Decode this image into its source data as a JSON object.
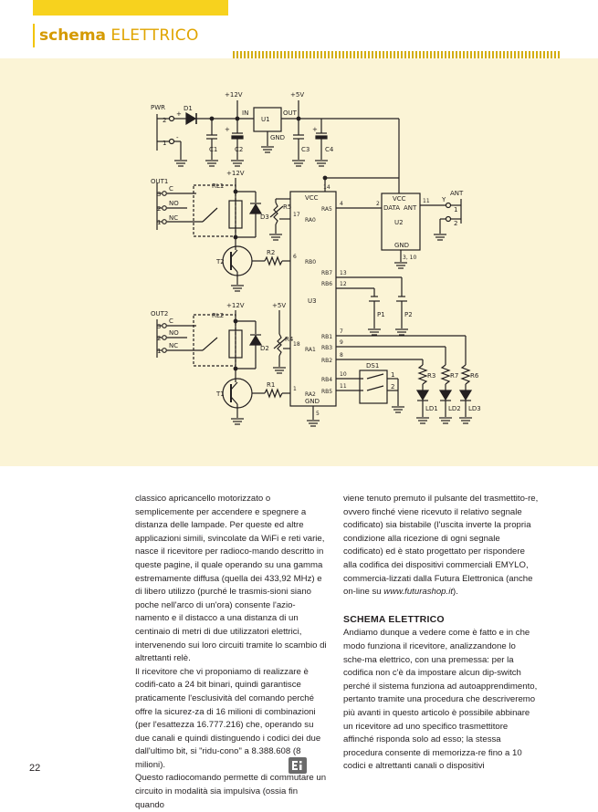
{
  "header": {
    "title_bold": "schema",
    "title_light": "ELETTRICO"
  },
  "schematic": {
    "net_labels": {
      "vcc12_a": "+12V",
      "vcc5_a": "+5V",
      "vcc12_b": "+12V",
      "vcc12_c": "+12V",
      "vcc5_b": "+5V"
    },
    "connectors": {
      "pwr": "PWR",
      "out1": "OUT1",
      "out2": "OUT2",
      "ant": "ANT",
      "plus": "+",
      "minus": "-"
    },
    "pins": {
      "p2": "2",
      "p1": "1",
      "p3": "3",
      "c": "C",
      "no": "NO",
      "nc": "NC",
      "y": "Y",
      "ant_1": "1",
      "ant_2": "2"
    },
    "components": {
      "d1": "D1",
      "c1": "C1",
      "c2": "C2",
      "c3": "C3",
      "c4": "C4",
      "u1": "U1",
      "u1_in": "IN",
      "u1_out": "OUT",
      "u1_gnd": "GND",
      "rl1": "RL1",
      "rl2": "RL2",
      "d3": "D3",
      "d2": "D2",
      "r5": "R5",
      "r4": "R4",
      "t2": "T2",
      "t1": "T1",
      "r2": "R2",
      "r1": "R1",
      "u3": "U3",
      "u3_vcc": "VCC",
      "u3_gnd": "GND",
      "u2": "U2",
      "u2_vcc": "VCC",
      "u2_data": "DATA",
      "u2_ant": "ANT",
      "u2_gnd": "GND",
      "ds1": "DS1",
      "p1": "P1",
      "p2": "P2",
      "r3": "R3",
      "r7": "R7",
      "r6": "R6",
      "ld1": "LD1",
      "ld2": "LD2",
      "ld3": "LD3"
    },
    "u3_pins": {
      "ra0": "RA0",
      "ra5": "RA5",
      "rb0": "RB0",
      "rb7": "RB7",
      "rb6": "RB6",
      "ra1": "RA1",
      "ra2": "RA2",
      "rb1": "RB1",
      "rb3": "RB3",
      "rb2": "RB2",
      "rb4": "RB4",
      "rb5": "RB5"
    },
    "pin_numbers": {
      "n14": "14",
      "n4": "4",
      "n17": "17",
      "n6": "6",
      "n13": "13",
      "n12": "12",
      "n18": "18",
      "n1": "1",
      "n7": "7",
      "n9": "9",
      "n8": "8",
      "n10": "10",
      "n11": "11",
      "n5": "5",
      "u2_n2": "2",
      "u2_n11": "11",
      "u2_n310": "3, 10",
      "ds_1": "1",
      "ds_2": "2"
    }
  },
  "body": {
    "left_column": [
      "classico apricancello motorizzato o semplicemente per accendere e spegnere a distanza delle lampade. Per queste ed altre applicazioni simili, svincolate da WiFi e reti varie, nasce il ricevitore per radioco-mando descritto in queste pagine, il quale operando su una gamma estremamente diffusa (quella dei 433,92 MHz) e di libero utilizzo (purché le trasmis-sioni siano poche nell'arco di un'ora) consente l'azio-namento e il distacco a una distanza di un centinaio di metri di due utilizzatori elettrici, intervenendo sui loro circuiti tramite lo scambio di altrettanti relè.",
      "Il ricevitore che vi proponiamo di realizzare è codifi-cato a 24 bit binari, quindi garantisce praticamente l'esclusività del comando perché offre la sicurez-za di 16 milioni di combinazioni (per l'esattezza 16.777.216) che, operando su due canali e quindi distinguendo i codici dei due dall'ultimo bit, si \"ridu-cono\" a 8.388.608 (8 milioni).",
      "Questo radiocomando permette di commutare un circuito in modalità sia impulsiva (ossia fin quando"
    ],
    "right_column_intro_1": "viene tenuto premuto il pulsante del trasmettito-re, ovvero finché viene ricevuto il relativo segnale codificato) sia bistabile (l'uscita inverte la propria condizione alla ricezione di ogni segnale codificato) ed è stato progettato per rispondere alla codifica dei dispositivi commerciali EMYLO, commercia-lizzati dalla Futura Elettronica (anche on-line su ",
    "right_column_link": "www.futurashop.it",
    "right_column_intro_2": ").",
    "section_heading": "SCHEMA ELETTRICO",
    "right_column_body": "Andiamo dunque a vedere come è fatto e in che modo funziona il ricevitore, analizzandone lo sche-ma elettrico, con una premessa: per la codifica non c'è da impostare alcun dip-switch perché il sistema funziona ad autoapprendimento, pertanto tramite una procedura che descriveremo più avanti in questo articolo è possibile abbinare un ricevitore ad uno specifico trasmettitore affinché risponda solo ad esso; la stessa procedura consente di memorizza-re fino a 10 codici e altrettanti canali o dispositivi"
  },
  "footer": {
    "page_number": "22"
  }
}
